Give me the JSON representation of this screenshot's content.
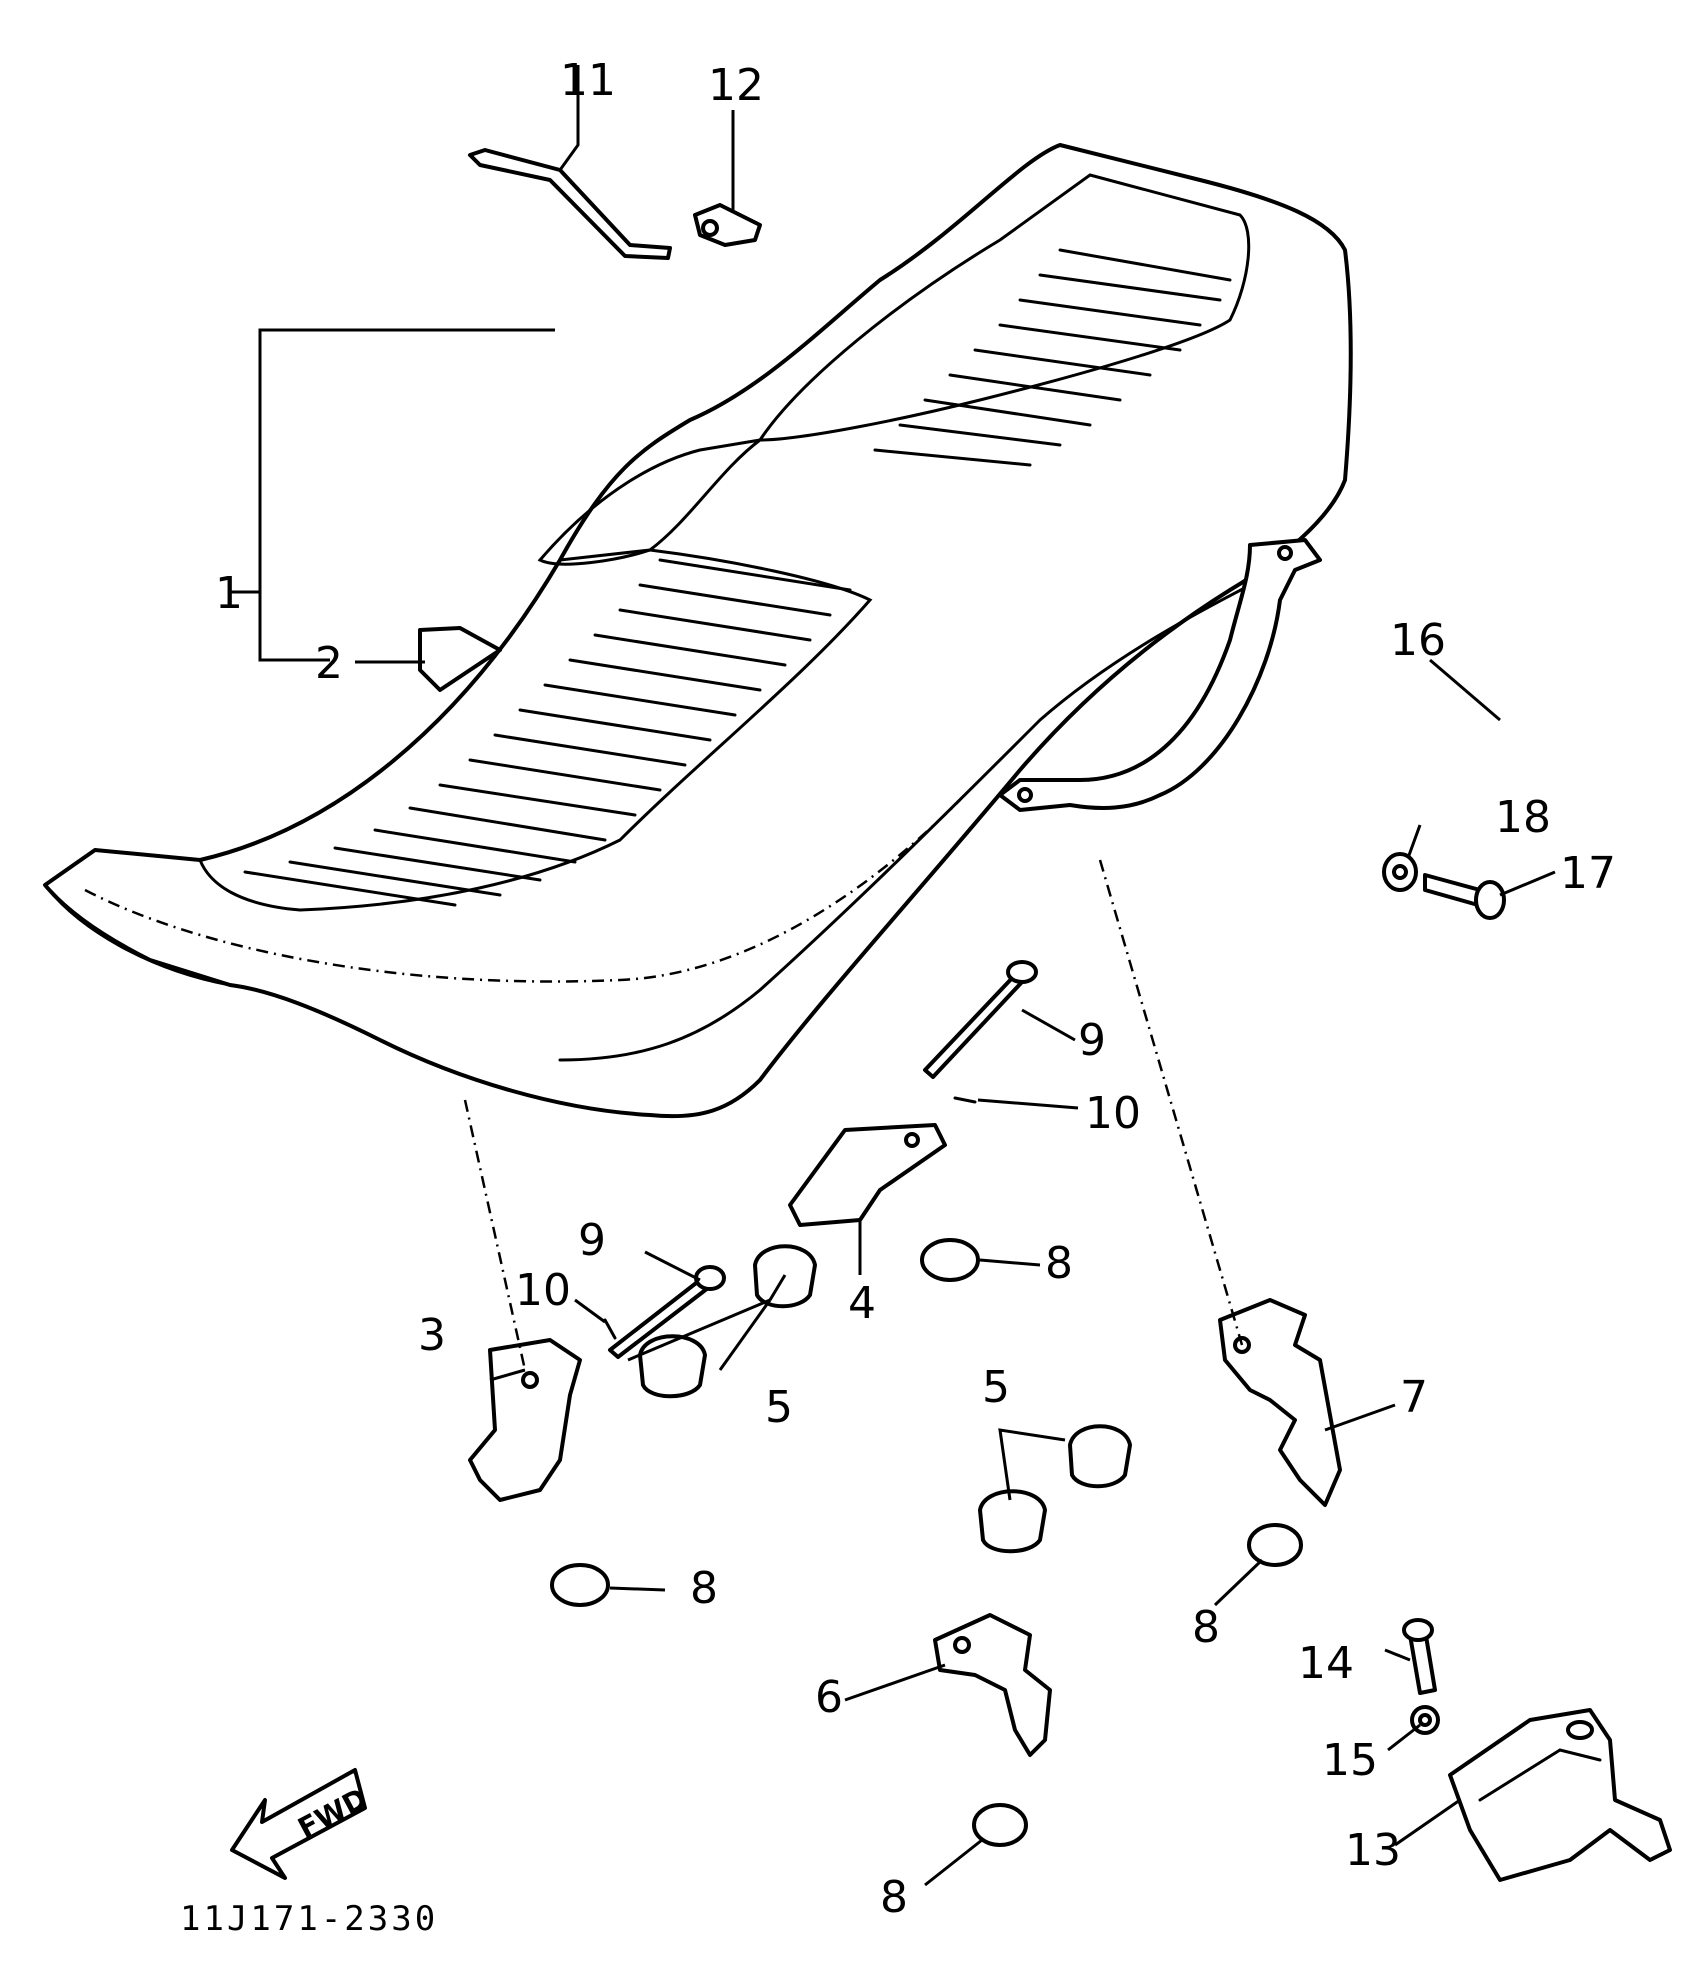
{
  "diagram": {
    "callouts": [
      {
        "id": "1",
        "text": "1"
      },
      {
        "id": "2",
        "text": "2"
      },
      {
        "id": "3",
        "text": "3"
      },
      {
        "id": "4",
        "text": "4"
      },
      {
        "id": "5a",
        "text": "5"
      },
      {
        "id": "5b",
        "text": "5"
      },
      {
        "id": "6",
        "text": "6"
      },
      {
        "id": "7",
        "text": "7"
      },
      {
        "id": "8a",
        "text": "8"
      },
      {
        "id": "8b",
        "text": "8"
      },
      {
        "id": "8c",
        "text": "8"
      },
      {
        "id": "8d",
        "text": "8"
      },
      {
        "id": "9a",
        "text": "9"
      },
      {
        "id": "9b",
        "text": "9"
      },
      {
        "id": "10a",
        "text": "10"
      },
      {
        "id": "10b",
        "text": "10"
      },
      {
        "id": "11",
        "text": "11"
      },
      {
        "id": "12",
        "text": "12"
      },
      {
        "id": "13",
        "text": "13"
      },
      {
        "id": "14",
        "text": "14"
      },
      {
        "id": "15",
        "text": "15"
      },
      {
        "id": "16",
        "text": "16"
      },
      {
        "id": "17",
        "text": "17"
      },
      {
        "id": "18",
        "text": "18"
      }
    ],
    "direction_label": "FWD",
    "figure_code": "11J171-2330"
  }
}
